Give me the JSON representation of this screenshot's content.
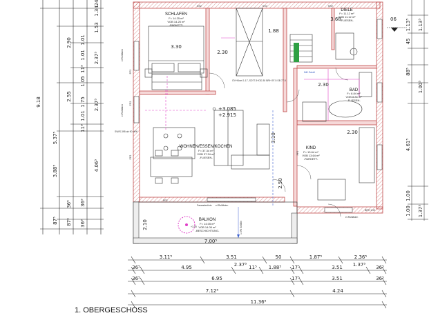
{
  "title": "1. OBERGESCHOSS",
  "colors": {
    "wall_fill": "#f6d9d9",
    "wall_stroke": "#c04a4a",
    "pink": "#e040c8",
    "blue": "#3a5fd0",
    "green": "#2ea043",
    "line": "#222222"
  },
  "rooms": {
    "schlafen": {
      "name": "SCHLAFEN",
      "area": "F= 14.25 m²",
      "vob": "VOB 14.25 m²",
      "floor": "-PARKETT-"
    },
    "diele": {
      "name": "DIELE",
      "area": "F= 11.12 m²",
      "vob": "VOB 11.12 m²",
      "floor": "-FLIESEN-"
    },
    "bad": {
      "name": "BAD",
      "area": "F= 8.84 m²",
      "vob": "VOB 8.84 m²",
      "floor": "-FLIESEN-"
    },
    "wohnen": {
      "name": "WOHNEN/ESSEN/KOCHEN",
      "area": "F= 37.34 m²",
      "vob": "VOB 37.34 m²",
      "floor": "-FLIESEN-"
    },
    "kind": {
      "name": "KIND",
      "area": "F= 13.64 m²",
      "vob": "VOB 13.64 m²",
      "floor": "-PARKETT-"
    },
    "balkon": {
      "name": "BALKON",
      "area": "F= 14.05 m²",
      "vob": "VOB 14.05 m²",
      "floor": "-BESCHICHTUNG-"
    }
  },
  "labels": {
    "ksv1": "KSV",
    "ksv2": "KSV",
    "ksv3": "KSV",
    "level_wohnen_1": "+3.085",
    "level_wohnen_2": "+2.915",
    "level_balkon": "+3.05",
    "rollladen1": "el.Rollläden",
    "rollladen2": "el.Rollläden",
    "rollladen3": "el.Rollläden",
    "rollladen4": "el.Rollläden",
    "fassade": "Fassadenlinie",
    "gefaelle": "1.5% Gefälle",
    "brh": "BRH 1.00",
    "schlafen_h1": "3.30",
    "schlafen_h2": "2.30",
    "wohnen_h1": "3.10",
    "wohnen_h2": "2.50",
    "bad_h": "2.30",
    "kind_h": "2.30",
    "diele_top": "3.68",
    "diele_h": "1.88",
    "corner_06": "06",
    "pp_left_1": "PP2",
    "pp_left_2": "PP2",
    "pp_left_3": "PP2",
    "pp_bottom": "PP2",
    "pp_kind": "PP2",
    "dim_note": "ÖV+Kinel 1.17, SD77.5+DD.30 BRH 97.5 SB 77.5",
    "sv_note": "SW/S.395 ab 90 oRK",
    "kind_bad_note": "INK Zuluft"
  },
  "dims_left": {
    "outer": "9.18",
    "col2": [
      "5.37⁵",
      "3.88⁵",
      "87⁵"
    ],
    "col3": [
      "2.90",
      "2.55",
      "36⁵",
      "87⁵"
    ],
    "col4": [
      "1.01",
      "1.01",
      "11⁵",
      "1.05",
      "1.75",
      "1.01",
      "11⁵",
      "36⁵",
      "36⁵"
    ],
    "col5": [
      "1.53",
      "1.34",
      "24",
      "2.37⁵",
      "2.37⁵",
      "4.06⁵"
    ]
  },
  "dims_right": [
    "1.13⁵",
    "45",
    "1.13⁵",
    "1.00⁵",
    "88⁵",
    "4.61⁵",
    "1.00",
    "1.37⁵",
    "1.00"
  ],
  "dims_bottom": {
    "row1": [
      "3.11⁵",
      "3.51",
      "50",
      "1.87⁵",
      "2.36⁵"
    ],
    "row2": [
      "36⁵",
      "4.95",
      "2.37⁵",
      "11⁵",
      "1.88⁵",
      "17⁵",
      "3.51",
      "1.37⁵",
      "36⁵"
    ],
    "row3": [
      "36⁵",
      "6.95",
      "17⁵",
      "3.51",
      "36⁵"
    ],
    "row4": [
      "7.12⁵",
      "4.24"
    ],
    "row5": [
      "11.36⁵"
    ]
  },
  "balkon_dims": [
    "2.10",
    "7.00⁵"
  ]
}
